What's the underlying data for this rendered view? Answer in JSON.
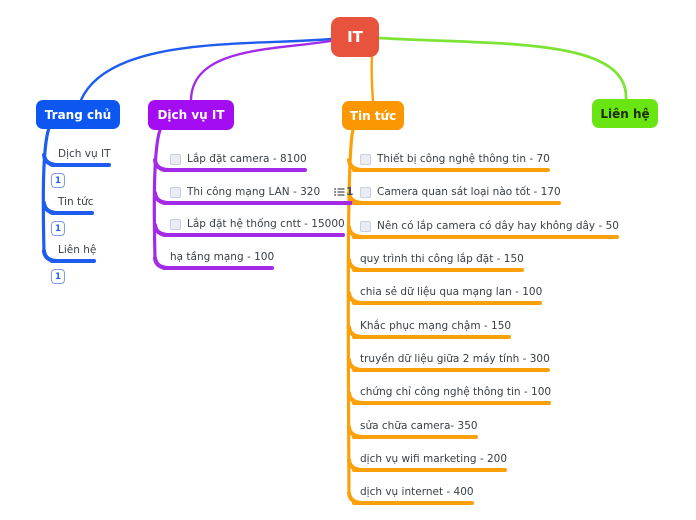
{
  "root": {
    "label": "IT",
    "color": "#E8533D",
    "text_color": "#FFFFFF"
  },
  "branches": [
    {
      "label": "Trang chủ",
      "color": "#0D57F0",
      "line_color": "#1E5CEF",
      "text_color": "#FFFFFF",
      "items": [
        {
          "label": "Dịch vụ IT",
          "badge": "1"
        },
        {
          "label": "Tin tức",
          "badge": "1"
        },
        {
          "label": "Liên hệ",
          "badge": "1"
        }
      ]
    },
    {
      "label": "Dịch vụ IT",
      "color": "#A40DF2",
      "line_color": "#A32BE8",
      "text_color": "#FFFFFF",
      "items": [
        {
          "label": "Lắp đặt camera - 8100",
          "checkbox": true
        },
        {
          "label": "Thi công mạng LAN - 320",
          "checkbox": true,
          "list_badge": "1"
        },
        {
          "label": "Lắp đặt hệ thống cntt - 15000",
          "checkbox": true
        },
        {
          "label": "hạ tầng mạng - 100"
        }
      ]
    },
    {
      "label": "Tin tức",
      "color": "#FB9702",
      "line_color": "#FCA00A",
      "text_color": "#FFFFFF",
      "items": [
        {
          "label": "Thiết bị công nghệ thông tin - 70",
          "checkbox": true
        },
        {
          "label": "Camera quan sát loại nào tốt - 170",
          "checkbox": true
        },
        {
          "label": "Nên có lắp camera có dây hay không dây - 50",
          "checkbox": true
        },
        {
          "label": "quy trình thi công lắp đặt - 150"
        },
        {
          "label": "chia sẻ dữ liệu qua mạng lan - 100"
        },
        {
          "label": "Khắc phục mạng chậm - 150"
        },
        {
          "label": "truyền dữ liệu giữa 2 máy tính - 300"
        },
        {
          "label": "chứng chỉ công nghệ thông tin - 100"
        },
        {
          "label": "sửa chữa camera- 350"
        },
        {
          "label": "dịch vụ wifi marketing - 200"
        },
        {
          "label": "dịch vụ internet - 400"
        }
      ]
    },
    {
      "label": "Liên hệ",
      "color": "#69E512",
      "line_color": "#7DE335",
      "text_color": "#1D2B08",
      "items": []
    }
  ]
}
